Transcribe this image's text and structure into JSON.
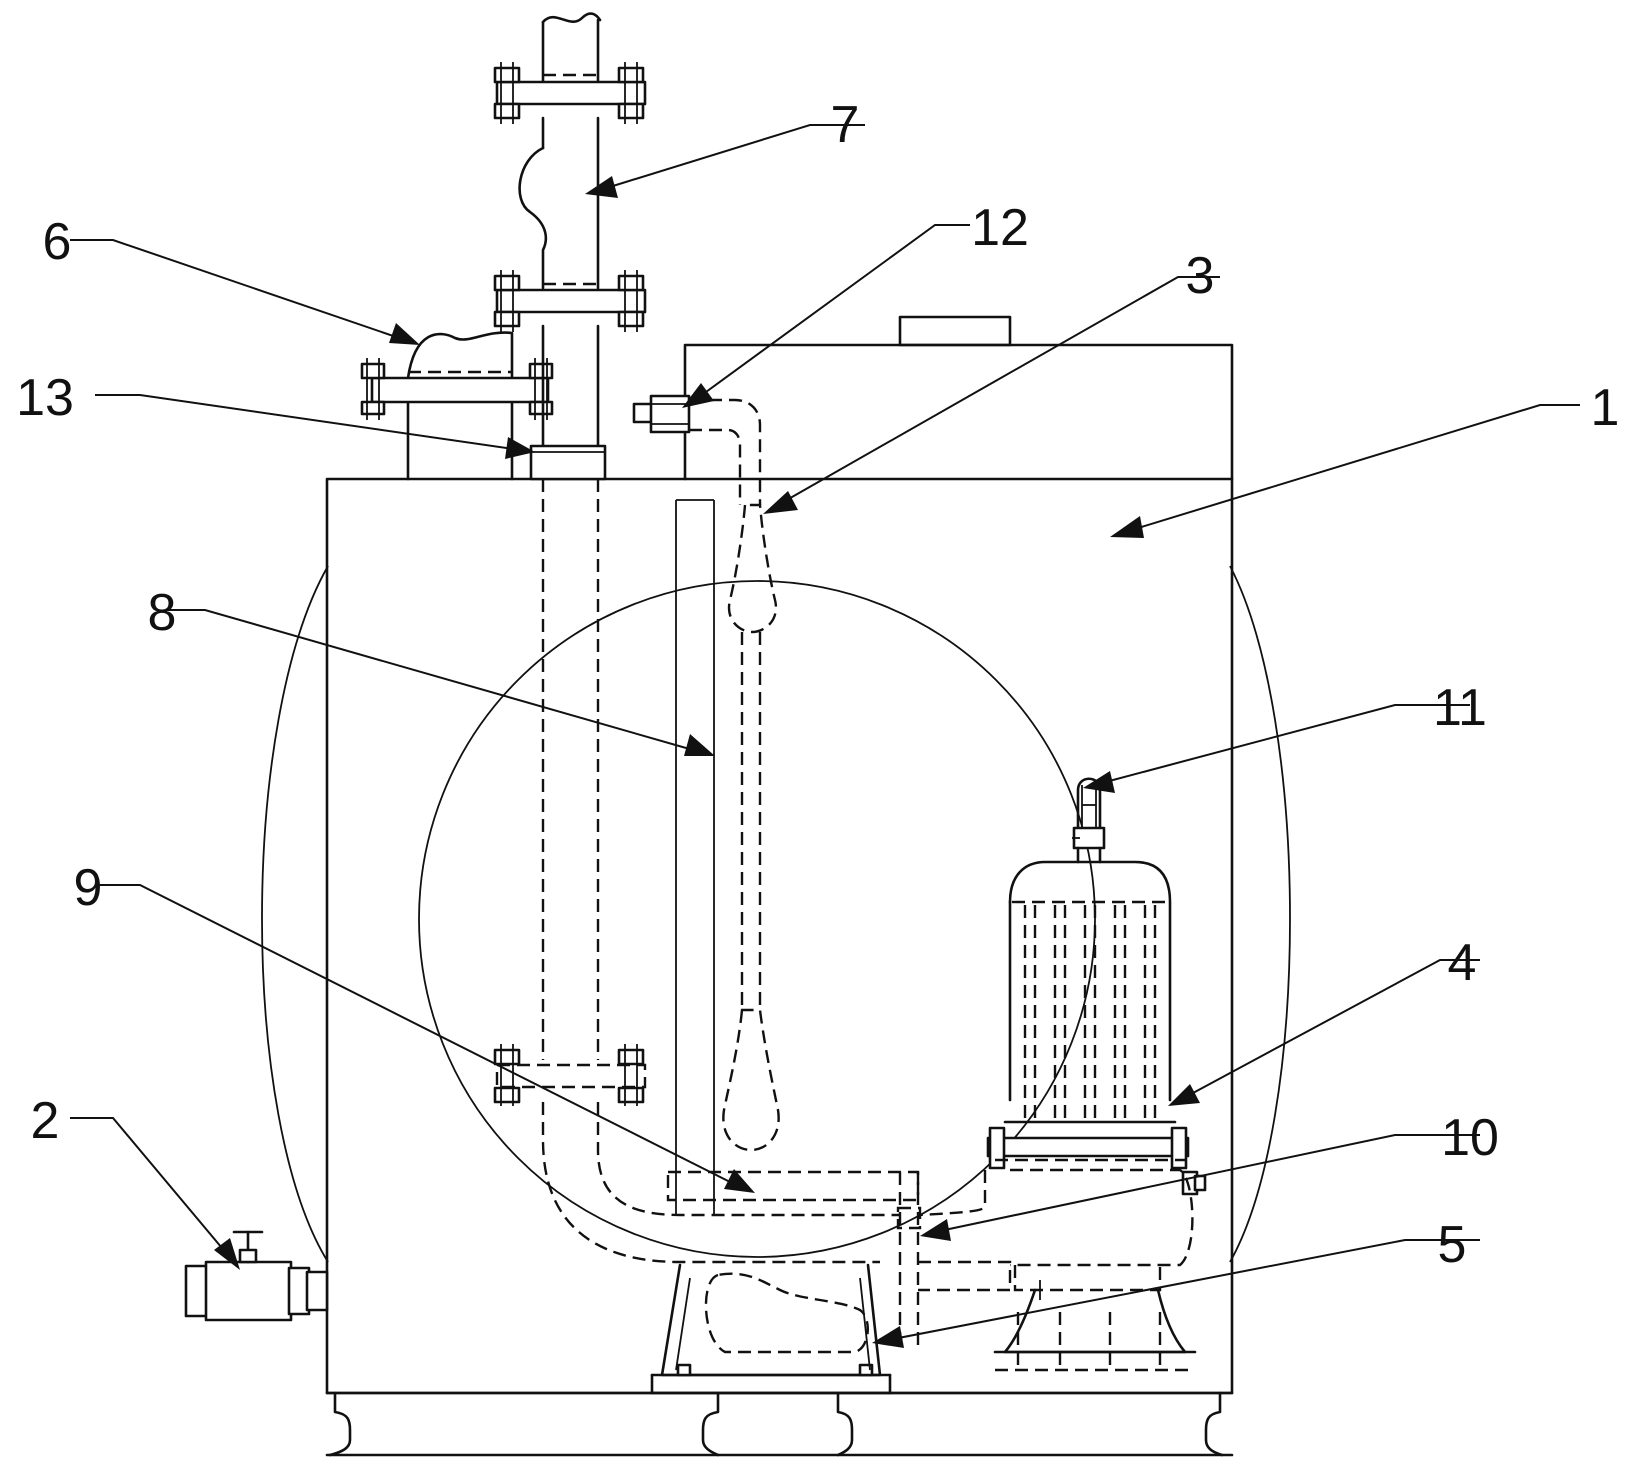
{
  "labels": [
    {
      "id": "1",
      "text": "1"
    },
    {
      "id": "2",
      "text": "2"
    },
    {
      "id": "3",
      "text": "3"
    },
    {
      "id": "4",
      "text": "4"
    },
    {
      "id": "5",
      "text": "5"
    },
    {
      "id": "6",
      "text": "6"
    },
    {
      "id": "7",
      "text": "7"
    },
    {
      "id": "8",
      "text": "8"
    },
    {
      "id": "9",
      "text": "9"
    },
    {
      "id": "10",
      "text": "10"
    },
    {
      "id": "11",
      "text": "11"
    },
    {
      "id": "12",
      "text": "12"
    },
    {
      "id": "13",
      "text": "13"
    }
  ],
  "colors": {
    "line": "#111111",
    "background": "#ffffff"
  }
}
